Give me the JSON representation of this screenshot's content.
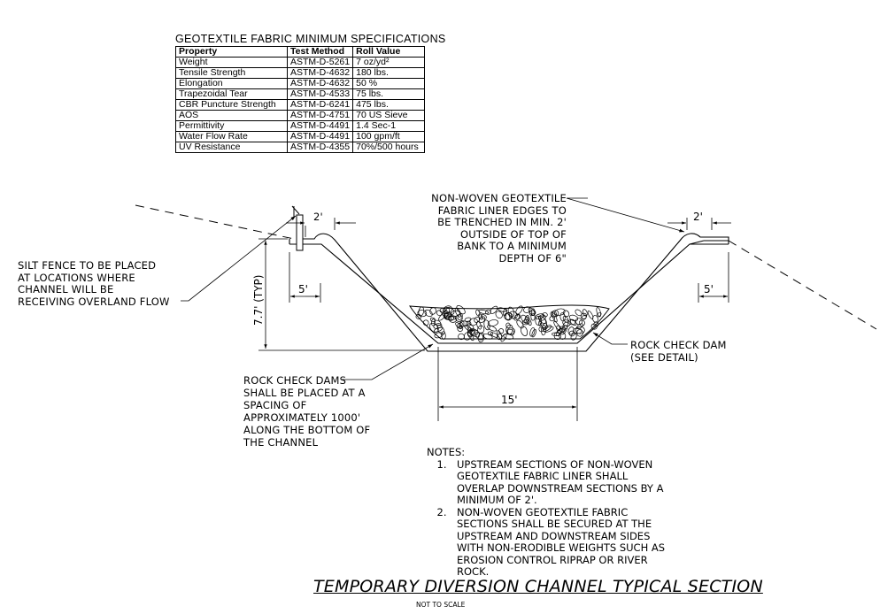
{
  "spec_table": {
    "title": "GEOTEXTILE FABRIC MINIMUM SPECIFICATIONS",
    "headers": [
      "Property",
      "Test Method",
      "Roll Value"
    ],
    "rows": [
      [
        "Weight",
        "ASTM-D-5261",
        "7 oz/yd²"
      ],
      [
        "Tensile Strength",
        "ASTM-D-4632",
        "180 lbs."
      ],
      [
        "Elongation",
        "ASTM-D-4632",
        "50 %"
      ],
      [
        "Trapezoidal Tear",
        "ASTM-D-4533",
        "75 lbs."
      ],
      [
        "CBR Puncture Strength",
        "ASTM-D-6241",
        "475 lbs."
      ],
      [
        "AOS",
        "ASTM-D-4751",
        "70 US Sieve"
      ],
      [
        "Permittivity",
        "ASTM-D-4491",
        "1.4 Sec-1"
      ],
      [
        "Water Flow Rate",
        "ASTM-D-4491",
        "100 gpm/ft"
      ],
      [
        "UV Resistance",
        "ASTM-D-4355",
        "70%/500 hours"
      ]
    ]
  },
  "dimensions": {
    "left_top": "2'",
    "right_top": "2'",
    "left_offset": "5'",
    "right_offset": "5'",
    "depth": "7.7' (TYP)",
    "bottom_width": "15'"
  },
  "callouts": {
    "silt_fence": [
      "SILT FENCE TO BE PLACED",
      "AT LOCATIONS WHERE",
      "CHANNEL WILL BE",
      "RECEIVING OVERLAND FLOW"
    ],
    "liner": [
      "NON-WOVEN GEOTEXTILE",
      "FABRIC LINER EDGES TO",
      "BE TRENCHED IN MIN. 2'",
      "OUTSIDE OF TOP OF",
      "BANK TO A MINIMUM",
      "DEPTH OF 6\""
    ],
    "rock_dam": [
      "ROCK CHECK DAM",
      "(SEE DETAIL)"
    ],
    "rock_dams_spacing": [
      "ROCK CHECK DAMS",
      "SHALL BE PLACED AT A",
      "SPACING OF",
      "APPROXIMATELY 1000'",
      "ALONG THE BOTTOM OF",
      "THE CHANNEL"
    ]
  },
  "notes": {
    "heading": "NOTES:",
    "items": [
      {
        "num": "1.",
        "lines": [
          "UPSTREAM SECTIONS OF NON-WOVEN",
          "GEOTEXTILE FABRIC LINER SHALL",
          "OVERLAP DOWNSTREAM SECTIONS BY A",
          "MINIMUM OF 2'."
        ]
      },
      {
        "num": "2.",
        "lines": [
          "NON-WOVEN GEOTEXTILE FABRIC",
          "SECTIONS SHALL BE SECURED AT THE",
          "UPSTREAM AND DOWNSTREAM SIDES",
          "WITH NON-ERODIBLE WEIGHTS SUCH AS",
          "EROSION CONTROL RIPRAP OR RIVER",
          "ROCK."
        ]
      }
    ]
  },
  "title": "TEMPORARY DIVERSION CHANNEL TYPICAL SECTION",
  "subtitle": "NOT TO SCALE"
}
